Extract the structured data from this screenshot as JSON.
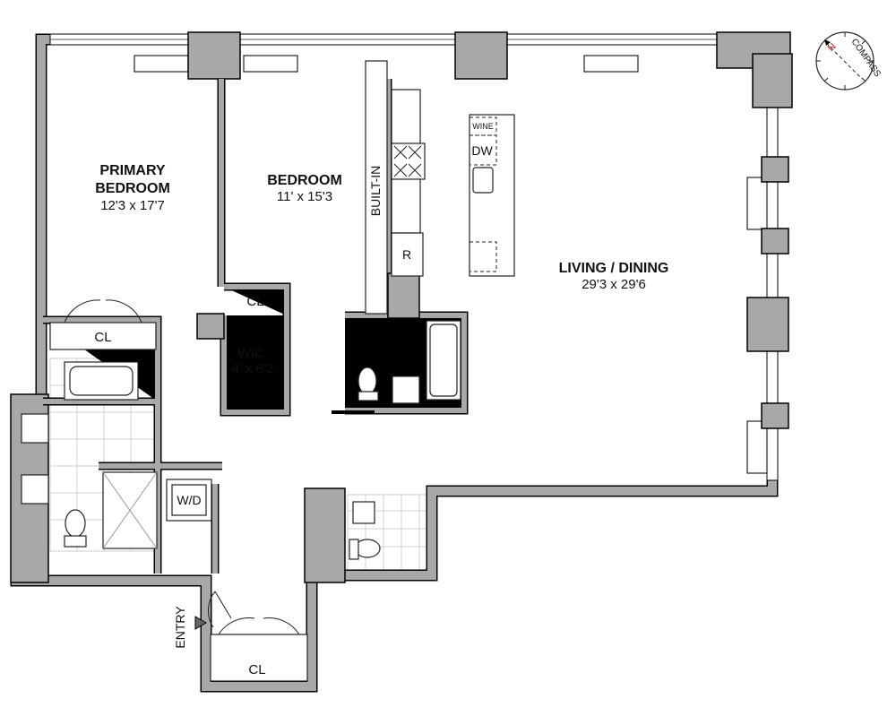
{
  "rooms": {
    "primary_bedroom": {
      "name_line1": "PRIMARY",
      "name_line2": "BEDROOM",
      "size": "12'3 x 17'7"
    },
    "bedroom": {
      "name": "BEDROOM",
      "size": "11' x 15'3"
    },
    "living_dining": {
      "name": "LIVING / DINING",
      "size": "29'3 x 29'6"
    },
    "wic": {
      "name": "WIC",
      "size": "4' x 6'2"
    }
  },
  "labels": {
    "built_in": "BUILT-IN",
    "closet": "CL",
    "refrigerator": "R",
    "dishwasher": "DW",
    "wine": "WINE",
    "washer_dryer": "W/D",
    "entry": "ENTRY"
  },
  "compass": {
    "label": "COMPASS",
    "north": "N",
    "north_color": "#d62020"
  },
  "colors": {
    "wall": "#a8a8a8"
  }
}
